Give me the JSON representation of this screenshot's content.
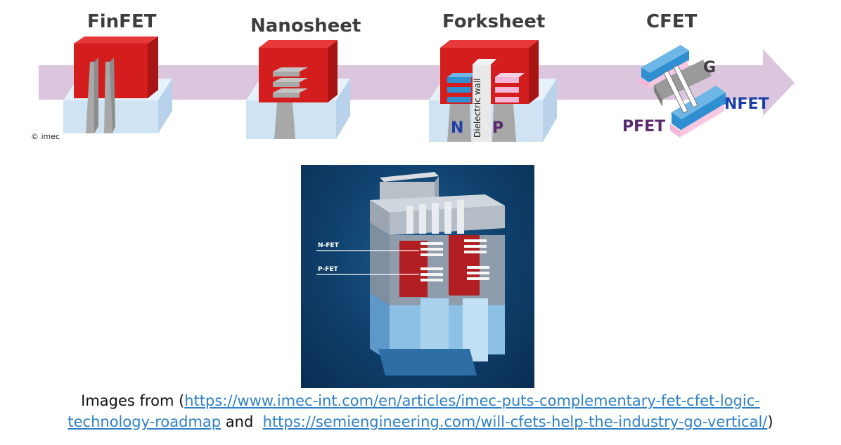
{
  "stages": [
    {
      "title": "FinFET"
    },
    {
      "title": "Nanosheet"
    },
    {
      "title": "Forksheet"
    },
    {
      "title": "CFET"
    }
  ],
  "copyright": "© imec",
  "forksheet_labels": {
    "n": "N",
    "wall": "Dielectric wall",
    "p": "P"
  },
  "cfet_labels": {
    "gate": "G",
    "nfet": "NFET",
    "pfet": "PFET"
  },
  "photo_labels": {
    "nfet": "N-FET",
    "pfet": "P-FET"
  },
  "caption": {
    "prefix": "Images from (",
    "link1": "https://www.imec-int.com/en/articles/imec-puts-complementary-fet-cfet-logic-",
    "link1_cont": "technology-roadmap",
    "middle": " and  ",
    "link2": "https://semiengineering.com/will-cfets-help-the-industry-go-vertical/",
    "suffix": ")"
  },
  "colors": {
    "arrow": "#d9c4dc",
    "gate_red": "#d41e1e",
    "substrate": "#cfe3f3",
    "fin_gray": "#a8a8a8",
    "nfet_blue": "#2f8fd0",
    "pfet_pink": "#f3b6d8",
    "nfet_text": "#1f3fa8",
    "pfet_text": "#5a2a6e",
    "link": "#2e80c8"
  }
}
